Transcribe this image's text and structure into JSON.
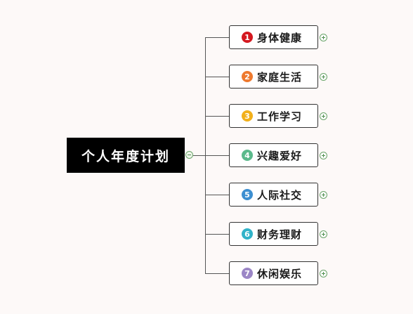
{
  "root": {
    "label": "个人年度计划"
  },
  "branches": [
    {
      "number": "1",
      "label": "身体健康",
      "badge_color": "#d4181f"
    },
    {
      "number": "2",
      "label": "家庭生活",
      "badge_color": "#ee7a2f"
    },
    {
      "number": "3",
      "label": "工作学习",
      "badge_color": "#f2b01b"
    },
    {
      "number": "4",
      "label": "兴趣爱好",
      "badge_color": "#5bb98b"
    },
    {
      "number": "5",
      "label": "人际社交",
      "badge_color": "#3d8fd1"
    },
    {
      "number": "6",
      "label": "财务理财",
      "badge_color": "#31b3c9"
    },
    {
      "number": "7",
      "label": "休闲娱乐",
      "badge_color": "#9b86c6"
    }
  ],
  "colors": {
    "background": "#fdf9f8",
    "connector": "#555555",
    "root_fill": "#000000",
    "root_text": "#ffffff",
    "toggle": "#6aa56a"
  }
}
